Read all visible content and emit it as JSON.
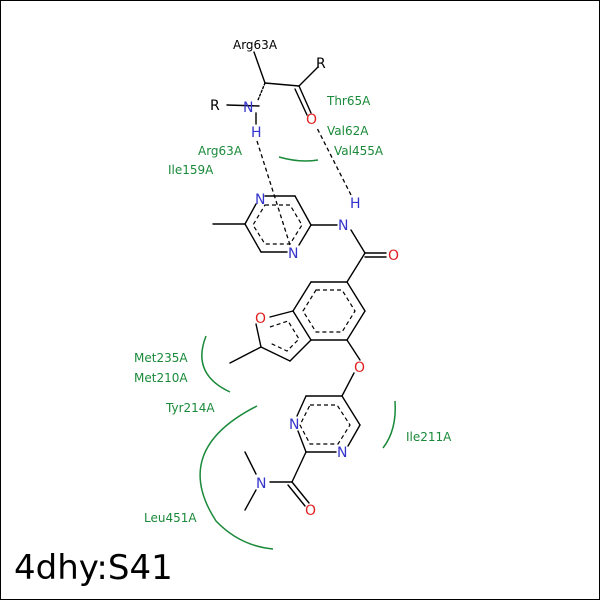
{
  "title": "4dhy:S41",
  "colors": {
    "background": "#ffffff",
    "carbon": "#000000",
    "nitrogen": "#3333cc",
    "oxygen": "#e02020",
    "residue": "#1a8a3a"
  },
  "atoms": {
    "n_arg": "N",
    "h_arg": "H",
    "o_carbonyl_top": "O",
    "r1": "R",
    "r2": "R",
    "nh_amide_n": "N",
    "nh_amide_h": "H",
    "o_amide": "O",
    "pyr_n1": "N",
    "pyr_n2": "N",
    "furan_o": "O",
    "ether_o": "O",
    "pym_n1": "N",
    "pym_n2": "N",
    "dma_n": "N",
    "o_dma": "O"
  },
  "residues": [
    {
      "id": "res-arg63a-top",
      "label": "Arg63A"
    },
    {
      "id": "res-thr65a",
      "label": "Thr65A"
    },
    {
      "id": "res-val62a",
      "label": "Val62A"
    },
    {
      "id": "res-arg63a",
      "label": "Arg63A"
    },
    {
      "id": "res-val455a",
      "label": "Val455A"
    },
    {
      "id": "res-ile159a",
      "label": "Ile159A"
    },
    {
      "id": "res-met235a",
      "label": "Met235A"
    },
    {
      "id": "res-met210a",
      "label": "Met210A"
    },
    {
      "id": "res-tyr214a",
      "label": "Tyr214A"
    },
    {
      "id": "res-ile211a",
      "label": "Ile211A"
    },
    {
      "id": "res-leu451a",
      "label": "Leu451A"
    }
  ]
}
